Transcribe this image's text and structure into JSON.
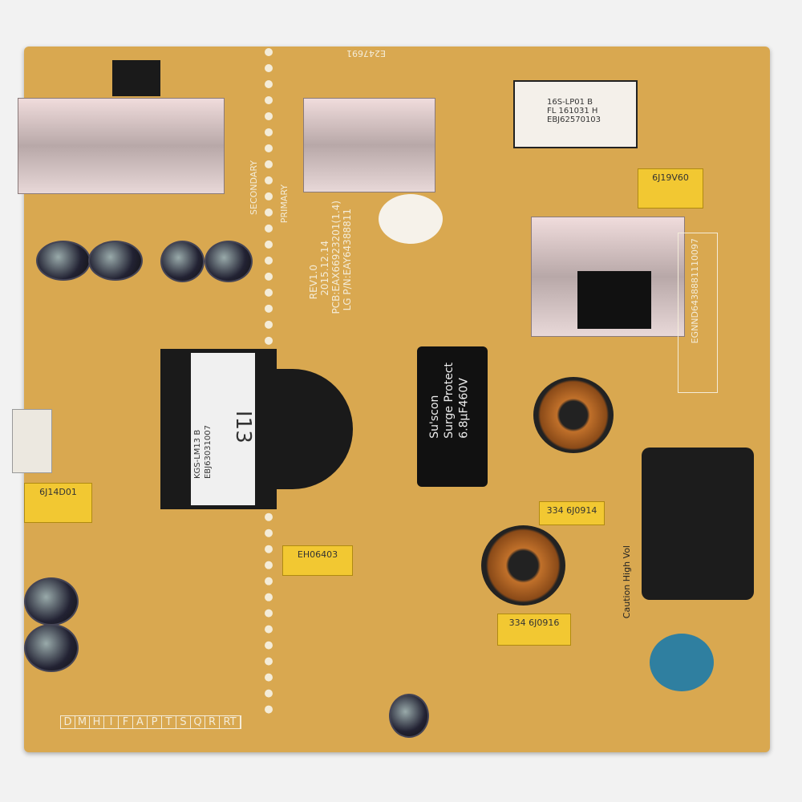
{
  "board": {
    "color": "#d9a850"
  },
  "silkscreen": {
    "rev": "REV1.0",
    "date": "2015.12.14",
    "pcb": "PCB:EAX66923201(1.4)",
    "part": "LG P/N:EAY64388811",
    "secondary": "SECONDARY",
    "primary": "PRIMARY",
    "ul": "E247691",
    "serial": "EGNND6438881110097",
    "letters": [
      "D",
      "M",
      "H",
      "I",
      "F",
      "A",
      "P",
      "T",
      "S",
      "Q",
      "R",
      "RT"
    ]
  },
  "transformer_top": {
    "lines": [
      "16S-LP01 B",
      "FL 161031 H",
      "EBJ62570103"
    ]
  },
  "main_transformer": {
    "label": "I13",
    "lines": [
      "KGS-LM13 B",
      "EBJ63031007"
    ]
  },
  "capacitor_bulk": {
    "lines": [
      "Su'scon",
      "Surge Protect",
      "6.8µF460V"
    ]
  },
  "yellow_caps": [
    "6J19V60",
    "6J14D01",
    "334 6J0914",
    "EH06403",
    "334 6J0916"
  ],
  "inlet_label": "Caution High Vol"
}
